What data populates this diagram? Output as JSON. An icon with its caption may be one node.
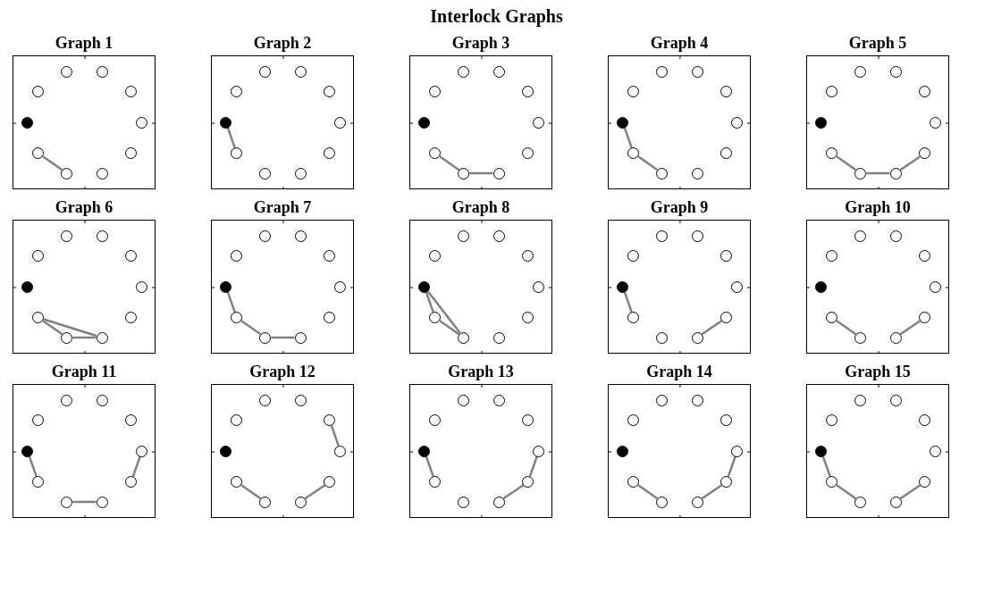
{
  "diagram": {
    "title": "Interlock Graphs",
    "nodes": [
      {
        "text": [
          "Graph 1"
        ]
      },
      {
        "text": [],
        "shape": "circle",
        "in": 0
      },
      {
        "text": [],
        "shape": "circle",
        "in": 0
      },
      {
        "text": [],
        "shape": "circle",
        "in": 0
      },
      {
        "text": [],
        "shape": "circle",
        "in": 0
      },
      {
        "text": [],
        "shape": "circle",
        "in": 0
      },
      {
        "text": [],
        "shape": "circle",
        "in": 0
      },
      {
        "text": [],
        "shape": "circle",
        "in": 0
      },
      {
        "text": [],
        "shape": "circle",
        "in": 0
      },
      {
        "text": [],
        "shape": "circle",
        "in": 0
      },
      {
        "text": [],
        "shape": "circle",
        "in": 0
      },
      {
        "text": [
          "Graph 2"
        ]
      },
      {
        "text": [],
        "shape": "circle",
        "in": 11
      },
      {
        "text": [],
        "shape": "circle",
        "in": 11
      },
      {
        "text": [],
        "shape": "circle",
        "in": 11
      },
      {
        "text": [],
        "shape": "circle",
        "in": 11
      },
      {
        "text": [],
        "shape": "circle",
        "in": 11
      },
      {
        "text": [],
        "shape": "circle",
        "in": 11
      },
      {
        "text": [],
        "shape": "circle",
        "in": 11
      },
      {
        "text": [],
        "shape": "circle",
        "in": 11
      },
      {
        "text": [],
        "shape": "circle",
        "in": 11
      },
      {
        "text": [],
        "shape": "circle",
        "in": 11
      },
      {
        "text": [
          "Graph 3"
        ]
      },
      {
        "text": [],
        "shape": "circle",
        "in": 22
      },
      {
        "text": [],
        "shape": "circle",
        "in": 22
      },
      {
        "text": [],
        "shape": "circle",
        "in": 22
      },
      {
        "text": [],
        "shape": "circle",
        "in": 22
      },
      {
        "text": [],
        "shape": "circle",
        "in": 22
      },
      {
        "text": [],
        "shape": "circle",
        "in": 22
      },
      {
        "text": [],
        "shape": "circle",
        "in": 22
      },
      {
        "text": [],
        "shape": "circle",
        "in": 22
      },
      {
        "text": [],
        "shape": "circle",
        "in": 22
      },
      {
        "text": [],
        "shape": "circle",
        "in": 22
      },
      {
        "text": [
          "Graph 4"
        ]
      },
      {
        "text": [],
        "shape": "circle",
        "in": 33
      },
      {
        "text": [],
        "shape": "circle",
        "in": 33
      },
      {
        "text": [],
        "shape": "circle",
        "in": 33
      },
      {
        "text": [],
        "shape": "circle",
        "in": 33
      },
      {
        "text": [],
        "shape": "circle",
        "in": 33
      },
      {
        "text": [],
        "shape": "circle",
        "in": 33
      },
      {
        "text": [],
        "shape": "circle",
        "in": 33
      },
      {
        "text": [],
        "shape": "circle",
        "in": 33
      },
      {
        "text": [],
        "shape": "circle",
        "in": 33
      },
      {
        "text": [],
        "shape": "circle",
        "in": 33
      },
      {
        "text": [
          "Graph 5"
        ]
      },
      {
        "text": [],
        "shape": "circle",
        "in": 44
      },
      {
        "text": [],
        "shape": "circle",
        "in": 44
      },
      {
        "text": [],
        "shape": "circle",
        "in": 44
      },
      {
        "text": [],
        "shape": "circle",
        "in": 44
      },
      {
        "text": [],
        "shape": "circle",
        "in": 44
      },
      {
        "text": [],
        "shape": "circle",
        "in": 44
      },
      {
        "text": [],
        "shape": "circle",
        "in": 44
      },
      {
        "text": [],
        "shape": "circle",
        "in": 44
      },
      {
        "text": [],
        "shape": "circle",
        "in": 44
      },
      {
        "text": [],
        "shape": "circle",
        "in": 44
      },
      {
        "text": [
          "Graph 6"
        ]
      },
      {
        "text": [],
        "shape": "circle",
        "in": 55
      },
      {
        "text": [],
        "shape": "circle",
        "in": 55
      },
      {
        "text": [],
        "shape": "circle",
        "in": 55
      },
      {
        "text": [],
        "shape": "circle",
        "in": 55
      },
      {
        "text": [],
        "shape": "circle",
        "in": 55
      },
      {
        "text": [],
        "shape": "circle",
        "in": 55
      },
      {
        "text": [],
        "shape": "circle",
        "in": 55
      },
      {
        "text": [],
        "shape": "circle",
        "in": 55
      },
      {
        "text": [],
        "shape": "circle",
        "in": 55
      },
      {
        "text": [],
        "shape": "circle",
        "in": 55
      },
      {
        "text": [
          "Graph 7"
        ]
      },
      {
        "text": [],
        "shape": "circle",
        "in": 66
      },
      {
        "text": [],
        "shape": "circle",
        "in": 66
      },
      {
        "text": [],
        "shape": "circle",
        "in": 66
      },
      {
        "text": [],
        "shape": "circle",
        "in": 66
      },
      {
        "text": [],
        "shape": "circle",
        "in": 66
      },
      {
        "text": [],
        "shape": "circle",
        "in": 66
      },
      {
        "text": [],
        "shape": "circle",
        "in": 66
      },
      {
        "text": [],
        "shape": "circle",
        "in": 66
      },
      {
        "text": [],
        "shape": "circle",
        "in": 66
      },
      {
        "text": [],
        "shape": "circle",
        "in": 66
      },
      {
        "text": [
          "Graph 8"
        ]
      },
      {
        "text": [],
        "shape": "circle",
        "in": 77
      },
      {
        "text": [],
        "shape": "circle",
        "in": 77
      },
      {
        "text": [],
        "shape": "circle",
        "in": 77
      },
      {
        "text": [],
        "shape": "circle",
        "in": 77
      },
      {
        "text": [],
        "shape": "circle",
        "in": 77
      },
      {
        "text": [],
        "shape": "circle",
        "in": 77
      },
      {
        "text": [],
        "shape": "circle",
        "in": 77
      },
      {
        "text": [],
        "shape": "circle",
        "in": 77
      },
      {
        "text": [],
        "shape": "circle",
        "in": 77
      },
      {
        "text": [],
        "shape": "circle",
        "in": 77
      },
      {
        "text": [
          "Graph 9"
        ]
      },
      {
        "text": [],
        "shape": "circle",
        "in": 88
      },
      {
        "text": [],
        "shape": "circle",
        "in": 88
      },
      {
        "text": [],
        "shape": "circle",
        "in": 88
      },
      {
        "text": [],
        "shape": "circle",
        "in": 88
      },
      {
        "text": [],
        "shape": "circle",
        "in": 88
      },
      {
        "text": [],
        "shape": "circle",
        "in": 88
      },
      {
        "text": [],
        "shape": "circle",
        "in": 88
      },
      {
        "text": [],
        "shape": "circle",
        "in": 88
      },
      {
        "text": [],
        "shape": "circle",
        "in": 88
      },
      {
        "text": [],
        "shape": "circle",
        "in": 88
      },
      {
        "text": [
          "Graph 10"
        ]
      },
      {
        "text": [],
        "shape": "circle",
        "in": 99
      },
      {
        "text": [],
        "shape": "circle",
        "in": 99
      },
      {
        "text": [],
        "shape": "circle",
        "in": 99
      },
      {
        "text": [],
        "shape": "circle",
        "in": 99
      },
      {
        "text": [],
        "shape": "circle",
        "in": 99
      },
      {
        "text": [],
        "shape": "circle",
        "in": 99
      },
      {
        "text": [],
        "shape": "circle",
        "in": 99
      },
      {
        "text": [],
        "shape": "circle",
        "in": 99
      },
      {
        "text": [],
        "shape": "circle",
        "in": 99
      },
      {
        "text": [],
        "shape": "circle",
        "in": 99
      },
      {
        "text": [
          "Graph 11"
        ]
      },
      {
        "text": [],
        "shape": "circle",
        "in": 110
      },
      {
        "text": [],
        "shape": "circle",
        "in": 110
      },
      {
        "text": [],
        "shape": "circle",
        "in": 110
      },
      {
        "text": [],
        "shape": "circle",
        "in": 110
      },
      {
        "text": [],
        "shape": "circle",
        "in": 110
      },
      {
        "text": [],
        "shape": "circle",
        "in": 110
      },
      {
        "text": [],
        "shape": "circle",
        "in": 110
      },
      {
        "text": [],
        "shape": "circle",
        "in": 110
      },
      {
        "text": [],
        "shape": "circle",
        "in": 110
      },
      {
        "text": [],
        "shape": "circle",
        "in": 110
      },
      {
        "text": [
          "Graph 12"
        ]
      },
      {
        "text": [],
        "shape": "circle",
        "in": 121
      },
      {
        "text": [],
        "shape": "circle",
        "in": 121
      },
      {
        "text": [],
        "shape": "circle",
        "in": 121
      },
      {
        "text": [],
        "shape": "circle",
        "in": 121
      },
      {
        "text": [],
        "shape": "circle",
        "in": 121
      },
      {
        "text": [],
        "shape": "circle",
        "in": 121
      },
      {
        "text": [],
        "shape": "circle",
        "in": 121
      },
      {
        "text": [],
        "shape": "circle",
        "in": 121
      },
      {
        "text": [],
        "shape": "circle",
        "in": 121
      },
      {
        "text": [],
        "shape": "circle",
        "in": 121
      },
      {
        "text": [
          "Graph 13"
        ]
      },
      {
        "text": [],
        "shape": "circle",
        "in": 132
      },
      {
        "text": [],
        "shape": "circle",
        "in": 132
      },
      {
        "text": [],
        "shape": "circle",
        "in": 132
      },
      {
        "text": [],
        "shape": "circle",
        "in": 132
      },
      {
        "text": [],
        "shape": "circle",
        "in": 132
      },
      {
        "text": [],
        "shape": "circle",
        "in": 132
      },
      {
        "text": [],
        "shape": "circle",
        "in": 132
      },
      {
        "text": [],
        "shape": "circle",
        "in": 132
      },
      {
        "text": [],
        "shape": "circle",
        "in": 132
      },
      {
        "text": [],
        "shape": "circle",
        "in": 132
      },
      {
        "text": [
          "Graph 14"
        ]
      },
      {
        "text": [],
        "shape": "circle",
        "in": 143
      },
      {
        "text": [],
        "shape": "circle",
        "in": 143
      },
      {
        "text": [],
        "shape": "circle",
        "in": 143
      },
      {
        "text": [],
        "shape": "circle",
        "in": 143
      },
      {
        "text": [],
        "shape": "circle",
        "in": 143
      },
      {
        "text": [],
        "shape": "circle",
        "in": 143
      },
      {
        "text": [],
        "shape": "circle",
        "in": 143
      },
      {
        "text": [],
        "shape": "circle",
        "in": 143
      },
      {
        "text": [],
        "shape": "circle",
        "in": 143
      },
      {
        "text": [],
        "shape": "circle",
        "in": 143
      },
      {
        "text": [
          "Graph 15"
        ]
      },
      {
        "text": [],
        "shape": "circle",
        "in": 154
      },
      {
        "text": [],
        "shape": "circle",
        "in": 154
      },
      {
        "text": [],
        "shape": "circle",
        "in": 154
      },
      {
        "text": [],
        "shape": "circle",
        "in": 154
      },
      {
        "text": [],
        "shape": "circle",
        "in": 154
      },
      {
        "text": [],
        "shape": "circle",
        "in": 154
      },
      {
        "text": [],
        "shape": "circle",
        "in": 154
      },
      {
        "text": [],
        "shape": "circle",
        "in": 154
      },
      {
        "text": [],
        "shape": "circle",
        "in": 154
      },
      {
        "text": [],
        "shape": "circle",
        "in": 154
      }
    ],
    "edges": [
      {
        "from": 7,
        "to": 9,
        "arrow": "none"
      },
      {
        "from": 16,
        "to": 18,
        "arrow": "none"
      },
      {
        "from": 29,
        "to": 31,
        "arrow": "none"
      },
      {
        "from": 31,
        "to": 32,
        "arrow": "none"
      },
      {
        "from": 38,
        "to": 40,
        "arrow": "none"
      },
      {
        "from": 40,
        "to": 42,
        "arrow": "none"
      },
      {
        "from": 51,
        "to": 53,
        "arrow": "none"
      },
      {
        "from": 53,
        "to": 54,
        "arrow": "none"
      },
      {
        "from": 54,
        "to": 52,
        "arrow": "none"
      },
      {
        "from": 62,
        "to": 64,
        "arrow": "none"
      },
      {
        "from": 62,
        "to": 65,
        "arrow": "none"
      },
      {
        "from": 64,
        "to": 65,
        "arrow": "none"
      },
      {
        "from": 71,
        "to": 73,
        "arrow": "none"
      },
      {
        "from": 73,
        "to": 75,
        "arrow": "none"
      },
      {
        "from": 75,
        "to": 76,
        "arrow": "none"
      },
      {
        "from": 82,
        "to": 84,
        "arrow": "none"
      },
      {
        "from": 82,
        "to": 86,
        "arrow": "none"
      },
      {
        "from": 84,
        "to": 86,
        "arrow": "none"
      },
      {
        "from": 93,
        "to": 95,
        "arrow": "none"
      },
      {
        "from": 98,
        "to": 96,
        "arrow": "none"
      },
      {
        "from": 106,
        "to": 108,
        "arrow": "none"
      },
      {
        "from": 109,
        "to": 107,
        "arrow": "none"
      },
      {
        "from": 115,
        "to": 117,
        "arrow": "none"
      },
      {
        "from": 119,
        "to": 120,
        "arrow": "none"
      },
      {
        "from": 118,
        "to": 116,
        "arrow": "none"
      },
      {
        "from": 125,
        "to": 127,
        "arrow": "none"
      },
      {
        "from": 128,
        "to": 130,
        "arrow": "none"
      },
      {
        "from": 131,
        "to": 129,
        "arrow": "none"
      },
      {
        "from": 137,
        "to": 139,
        "arrow": "none"
      },
      {
        "from": 142,
        "to": 140,
        "arrow": "none"
      },
      {
        "from": 140,
        "to": 138,
        "arrow": "none"
      },
      {
        "from": 150,
        "to": 152,
        "arrow": "none"
      },
      {
        "from": 153,
        "to": 151,
        "arrow": "none"
      },
      {
        "from": 151,
        "to": 149,
        "arrow": "none"
      },
      {
        "from": 159,
        "to": 161,
        "arrow": "none"
      },
      {
        "from": 161,
        "to": 163,
        "arrow": "none"
      },
      {
        "from": 164,
        "to": 162,
        "arrow": "none"
      }
    ]
  }
}
